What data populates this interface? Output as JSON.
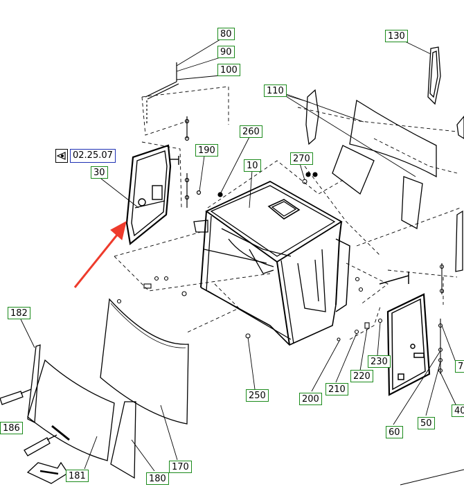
{
  "reference": {
    "code": "02.25.07",
    "icon": "eye-view-icon"
  },
  "callouts": {
    "p80": "80",
    "p90": "90",
    "p100": "100",
    "p130": "130",
    "p110": "110",
    "p260": "260",
    "p190": "190",
    "p270": "270",
    "p10": "10",
    "p30": "30",
    "p182": "182",
    "p186": "186",
    "p181": "181",
    "p180": "180",
    "p170": "170",
    "p250": "250",
    "p200": "200",
    "p210": "210",
    "p220": "220",
    "p230": "230",
    "p60": "60",
    "p50": "50",
    "p40": "40",
    "p7x": "7"
  },
  "colors": {
    "callout_border": "#1a8a1a",
    "reference_border": "#1d2fb3",
    "arrow": "#ee3b2c",
    "line": "#000000"
  }
}
